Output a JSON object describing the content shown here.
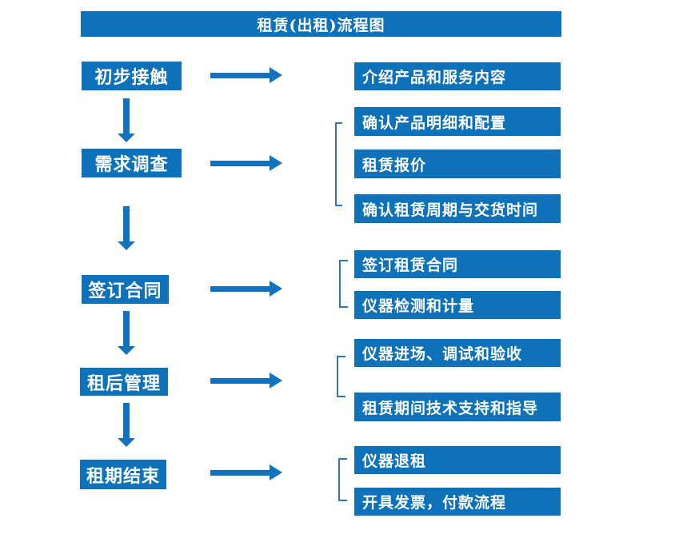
{
  "title": "租赁(出租)流程图",
  "colors": {
    "primary": "#0e72bb",
    "arrow": "#1173c0",
    "bracket": "#2e75b6",
    "text_on_primary": "#ffffff",
    "background": "#ffffff"
  },
  "steps": [
    {
      "label": "初步接触",
      "details": [
        "介绍产品和服务内容"
      ]
    },
    {
      "label": "需求调查",
      "details": [
        "确认产品明细和配置",
        "租赁报价",
        "确认租赁周期与交货时间"
      ]
    },
    {
      "label": "签订合同",
      "details": [
        "签订租赁合同",
        "仪器检测和计量"
      ]
    },
    {
      "label": "租后管理",
      "details": [
        "仪器进场、调试和验收",
        "租赁期间技术支持和指导"
      ]
    },
    {
      "label": "租期结束",
      "details": [
        "仪器退租",
        "开具发票，付款流程"
      ]
    }
  ]
}
